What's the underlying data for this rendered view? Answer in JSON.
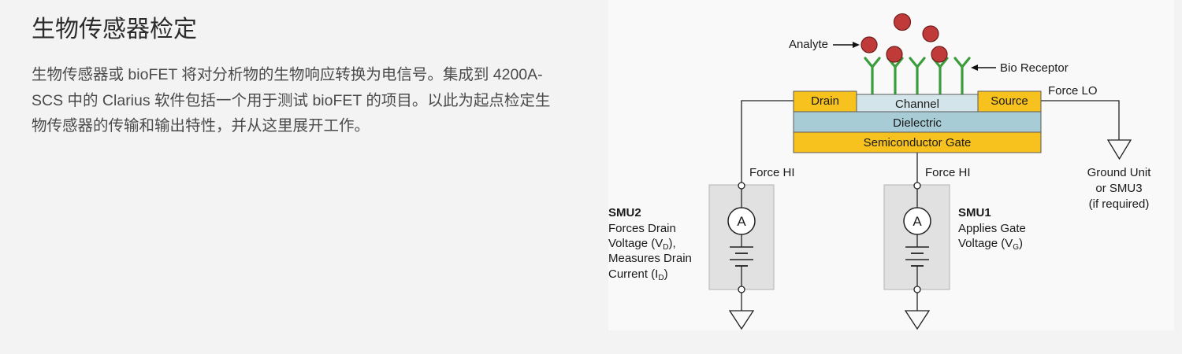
{
  "page": {
    "title": "生物传感器检定",
    "paragraph_lines": [
      "生物传感器或 bioFET 将对分析物的生物响应转换为电信号。集成到 4200A-",
      "SCS 中的 Clarius 软件包括一个用于测试 bioFET 的项目。以此为起点检定生",
      "物传感器的传输和输出特性，并从这里展开工作。"
    ]
  },
  "diagram": {
    "analyte": {
      "label": "Analyte"
    },
    "bio_receptor": {
      "label": "Bio Receptor"
    },
    "device": {
      "drain": "Drain",
      "channel": "Channel",
      "source": "Source",
      "dielectric": "Dielectric",
      "gate": "Semiconductor Gate"
    },
    "force_lo": "Force LO",
    "drain_force_hi": "Force HI",
    "gate_force_hi": "Force HI",
    "ground_unit": [
      "Ground Unit",
      "or SMU3",
      "(if required)"
    ],
    "smu2": {
      "name": "SMU2",
      "meter": "A",
      "line1": "Forces Drain",
      "line2": {
        "text": "Voltage (V",
        "sub": "D",
        "tail": "),"
      },
      "line3": "Measures Drain",
      "line4": {
        "text": "Current (I",
        "sub": "D",
        "tail": ")"
      }
    },
    "smu1": {
      "name": "SMU1",
      "meter": "A",
      "line1": "Applies Gate",
      "line2": {
        "text": "Voltage (V",
        "sub": "G",
        "tail": ")"
      }
    },
    "colors": {
      "gold_layer": "#f7c21e",
      "channel": "#d3e5eb",
      "dielectric": "#a8ccd5",
      "receptor": "#3a9c3a",
      "analyte": "#c13a3a",
      "smu_box": "#e1e1e1"
    }
  }
}
